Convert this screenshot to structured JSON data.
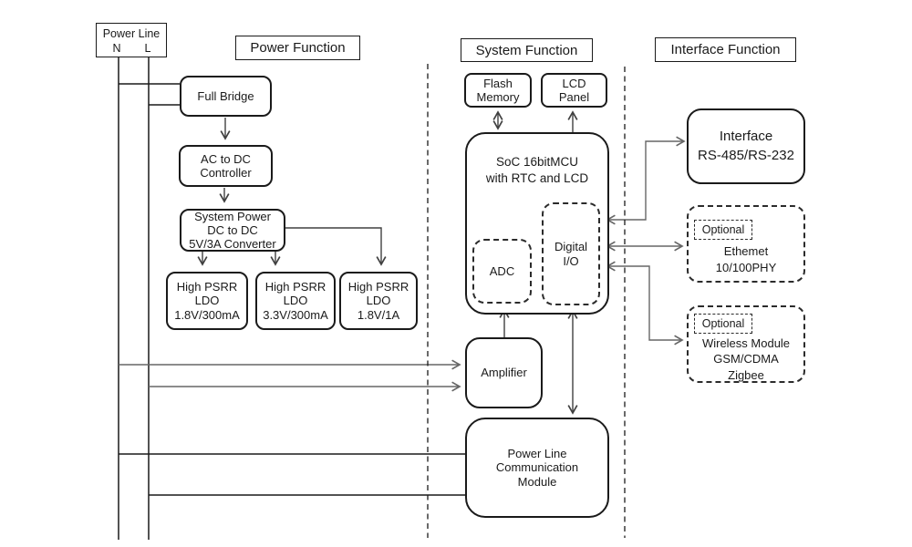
{
  "sections": {
    "power": {
      "title": "Power Function"
    },
    "system": {
      "title": "System Function"
    },
    "interface": {
      "title": "Interface Function"
    }
  },
  "power_line": {
    "title": "Power Line",
    "n": "N",
    "l": "L"
  },
  "blocks": {
    "full_bridge": {
      "lines": [
        "Full Bridge"
      ]
    },
    "ac_dc": {
      "lines": [
        "AC to DC",
        "Controller"
      ]
    },
    "sys_power": {
      "lines": [
        "System Power",
        "DC to DC",
        "5V/3A Converter"
      ]
    },
    "ldo1": {
      "lines": [
        "High PSRR",
        "LDO",
        "1.8V/300mA"
      ]
    },
    "ldo2": {
      "lines": [
        "High PSRR",
        "LDO",
        "3.3V/300mA"
      ]
    },
    "ldo3": {
      "lines": [
        "High PSRR",
        "LDO",
        "1.8V/1A"
      ]
    },
    "flash": {
      "lines": [
        "Flash",
        "Memory"
      ]
    },
    "lcd": {
      "lines": [
        "LCD",
        "Panel"
      ]
    },
    "soc": {
      "lines": [
        "SoC 16bitMCU",
        "with RTC and LCD"
      ]
    },
    "adc": {
      "lines": [
        "ADC"
      ]
    },
    "dio": {
      "lines": [
        "Digital",
        "I/O"
      ]
    },
    "amplifier": {
      "lines": [
        "Amplifier"
      ]
    },
    "plc": {
      "lines": [
        "Power Line",
        "Communication",
        "Module"
      ]
    },
    "interface_rs": {
      "lines": [
        "Interface",
        "RS-485/RS-232"
      ]
    },
    "ethernet": {
      "optional": "Optional",
      "lines": [
        "Ethemet",
        "10/100PHY"
      ]
    },
    "wireless": {
      "optional": "Optional",
      "lines": [
        "Wireless Module",
        "GSM/CDMA",
        "Zigbee"
      ]
    }
  },
  "colors": {
    "background": "#ffffff",
    "box_border": "#1a1a1a",
    "arrow_dark": "#404040",
    "arrow_gray": "#666666",
    "text": "#1a1a1a"
  }
}
